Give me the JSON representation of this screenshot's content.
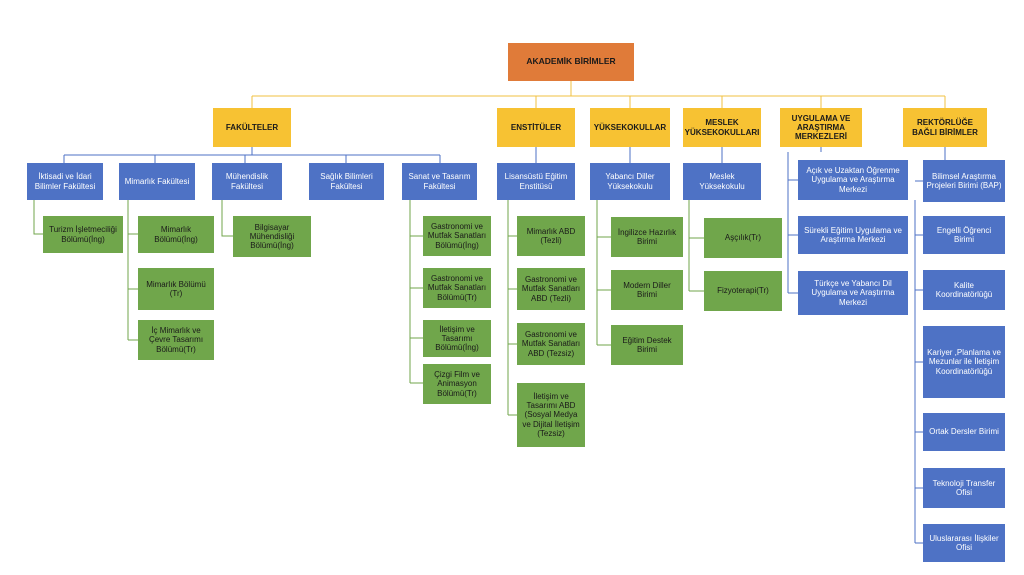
{
  "root": "AKADEMİK BİRİMLER",
  "categories": [
    "FAKÜLTELER",
    "ENSTİTÜLER",
    "YÜKSEKOKULLAR",
    "MESLEK YÜKSEKOKULLARI",
    "UYGULAMA VE ARAŞTIRMA MERKEZLERİ",
    "REKTÖRLÜĞE BAĞLI BİRİMLER"
  ],
  "faculties": [
    "İktisadi ve İdari Bilimler Fakültesi",
    "Mimarlık Fakültesi",
    "Mühendislik Fakültesi",
    "Sağlık Bilimleri Fakültesi",
    "Sanat ve Tasarım Fakültesi"
  ],
  "faculty_departments": {
    "iibf": [
      "Turizm İşletmeciliği Bölümü(İng)"
    ],
    "mimarlik": [
      "Mimarlık Bölümü(İng)",
      "Mimarlık Bölümü (Tr)",
      "İç Mimarlık ve Çevre Tasarımı Bölümü(Tr)"
    ],
    "muhendislik": [
      "Bilgisayar Mühendisliği Bölümü(İng)"
    ],
    "sanat": [
      "Gastronomi ve Mutfak Sanatları Bölümü(İng)",
      "Gastronomi ve Mutfak Sanatları Bölümü(Tr)",
      "İletişim ve Tasarımı Bölümü(İng)",
      "Çizgi Film ve Animasyon Bölümü(Tr)"
    ]
  },
  "institute": "Lisansüstü Eğitim Enstitüsü",
  "institute_programs": [
    "Mimarlık ABD (Tezli)",
    "Gastronomi ve Mutfak Sanatları ABD (Tezli)",
    "Gastronomi ve Mutfak Sanatları ABD (Tezsiz)",
    "İletişim ve Tasarımı ABD (Sosyal Medya ve Dijital İletişim (Tezsiz)"
  ],
  "school": "Yabancı Diller Yüksekokulu",
  "school_units": [
    "İngilizce Hazırlık Birimi",
    "Modern Diller Birimi",
    "Eğitim Destek Birimi"
  ],
  "vocational": "Meslek Yüksekokulu",
  "vocational_programs": [
    "Aşçılık(Tr)",
    "Fizyoterapi(Tr)"
  ],
  "research_centers": [
    "Açık ve Uzaktan Öğrenme Uygulama ve Araştırma Merkezi",
    "Sürekli Eğitim Uygulama ve Araştırma Merkezi",
    "Türkçe ve Yabancı Dil Uygulama ve Araştırma Merkezi"
  ],
  "rectorate_units": [
    "Bilimsel Araştırma Projeleri Birimi (BAP)",
    "Engelli Öğrenci Birimi",
    "Kalite Koordinatörlüğü",
    "Kariyer ,Planlama ve Mezunlar ile İletişim Koordinatörlüğü",
    "Ortak Dersler Birimi",
    "Teknoloji Transfer Ofisi",
    "Uluslararası İlişkiler Ofisi"
  ]
}
